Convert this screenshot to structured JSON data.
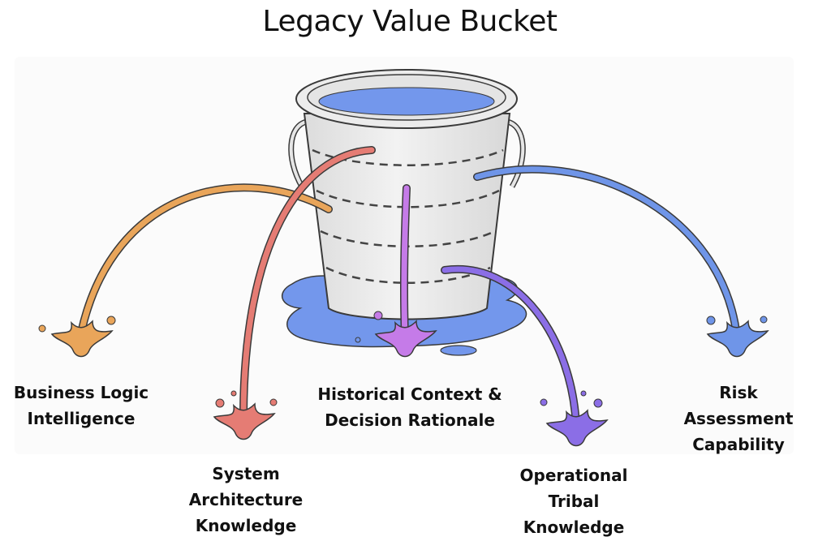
{
  "title": "Legacy Value Bucket",
  "colors": {
    "bucket_fill": "#ececec",
    "bucket_outline": "#3a3a3a",
    "water": "#6f8fe6",
    "puddle": "#7397ec"
  },
  "leaks": [
    {
      "id": "business-logic",
      "label": "Business Logic\nIntelligence",
      "color": "#e9a55a"
    },
    {
      "id": "system-architecture",
      "label": "System\nArchitecture\nKnowledge",
      "color": "#e57c74"
    },
    {
      "id": "historical-context",
      "label": "Historical Context &\nDecision Rationale",
      "color": "#c57be8"
    },
    {
      "id": "operational-tribal",
      "label": "Operational\nTribal\nKnowledge",
      "color": "#8b6ee6"
    },
    {
      "id": "risk-assessment",
      "label": "Risk Assessment\nCapability",
      "color": "#6f95e8"
    }
  ]
}
